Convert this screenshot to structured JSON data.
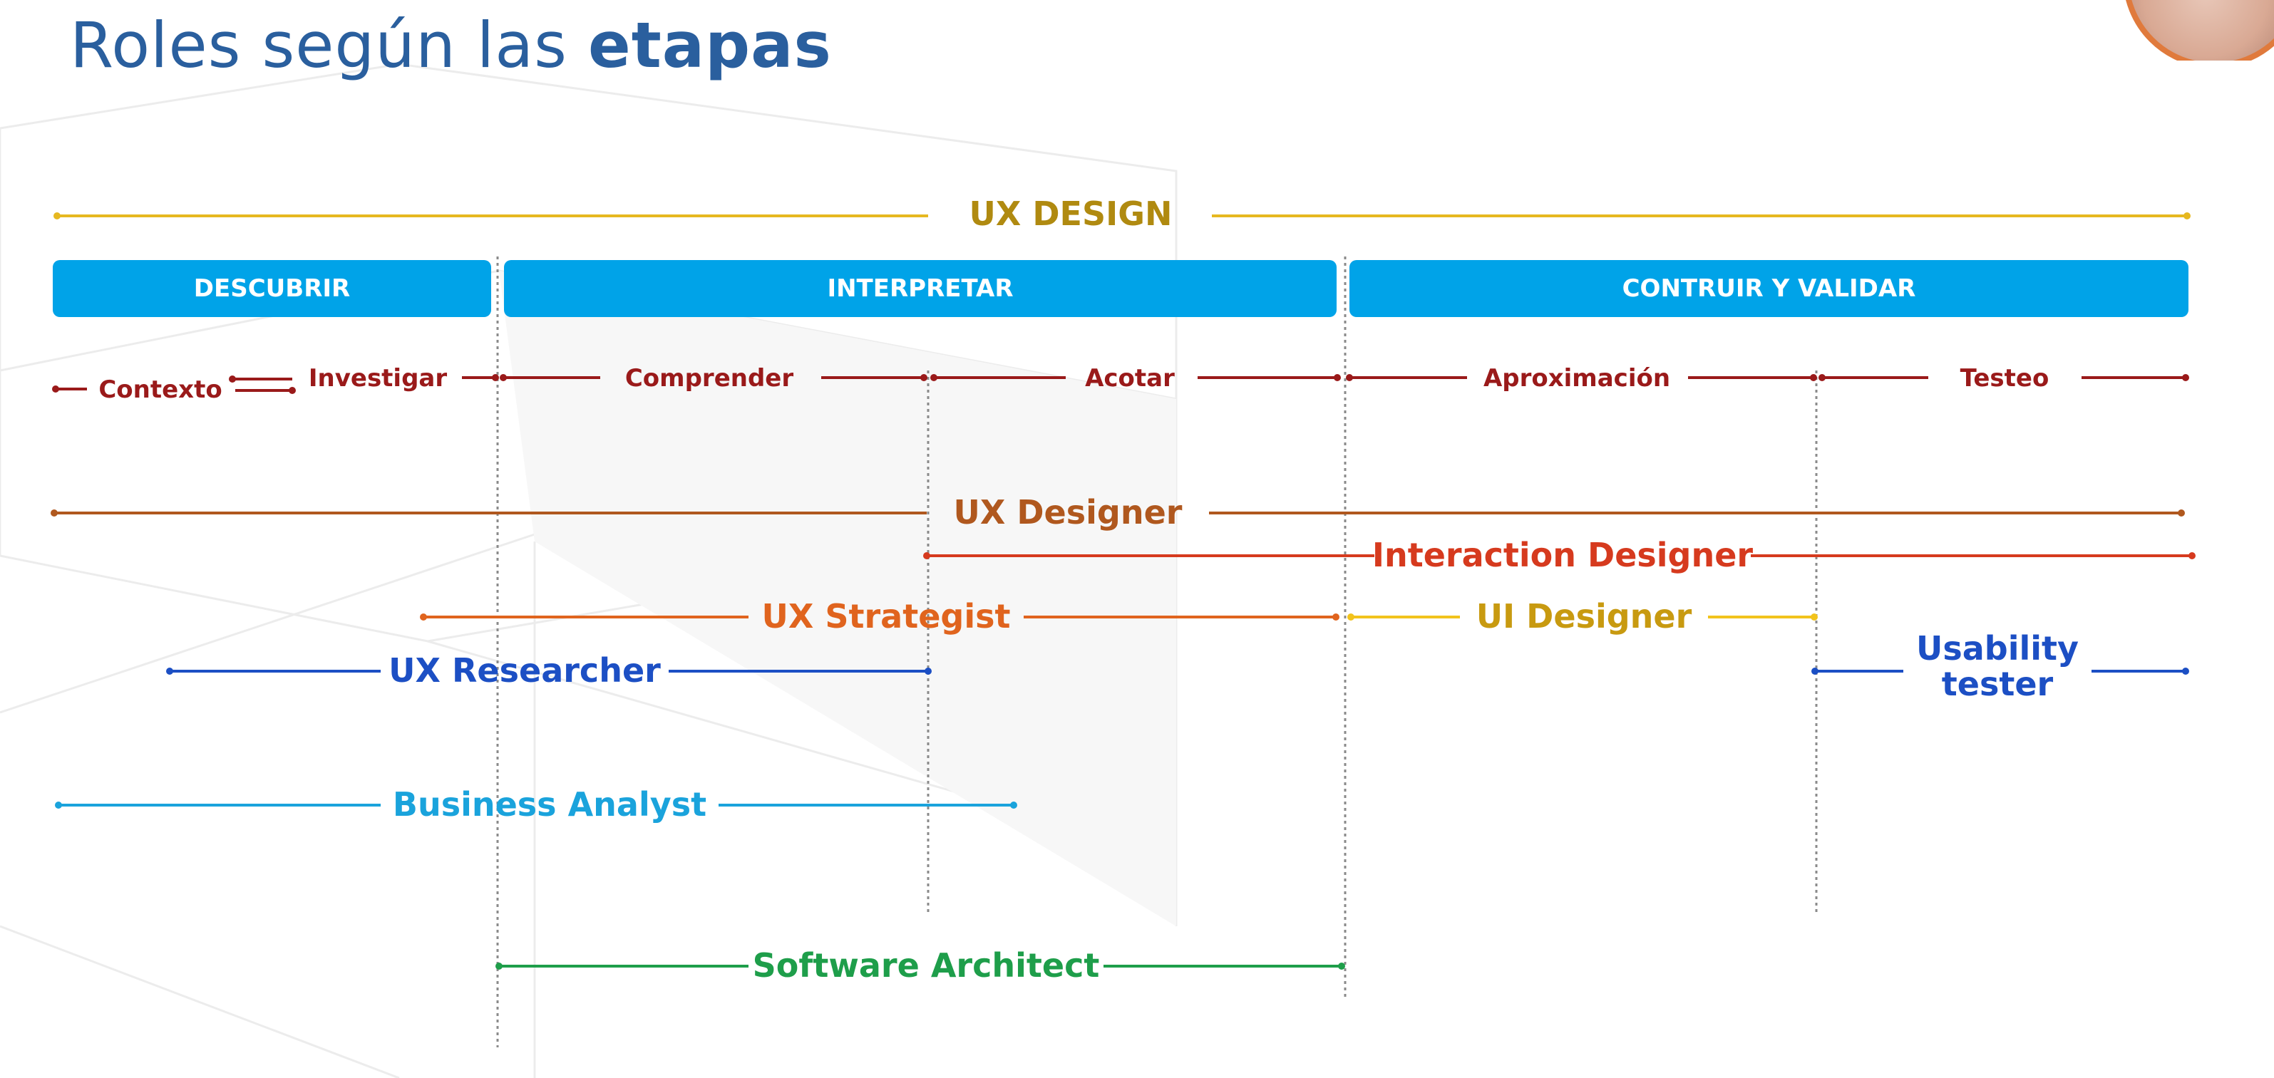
{
  "title": {
    "normal": "Roles según las",
    "bold": "etapas"
  },
  "phases": [
    {
      "label": "DESCUBRIR"
    },
    {
      "label": "INTERPRETAR"
    },
    {
      "label": "CONTRUIR Y VALIDAR"
    }
  ],
  "overall": {
    "label": "UX DESIGN",
    "color": "#e6b820",
    "text_color": "#b08a10"
  },
  "steps": [
    {
      "label": "Contexto"
    },
    {
      "label": "Investigar"
    },
    {
      "label": "Comprender"
    },
    {
      "label": "Acotar"
    },
    {
      "label": "Aproximación"
    },
    {
      "label": "Testeo"
    }
  ],
  "step_color": "#9a1a1a",
  "roles": [
    {
      "label": "UX Designer",
      "color": "#b0581e"
    },
    {
      "label": "Interaction Designer",
      "color": "#d63a1e"
    },
    {
      "label": "UX Strategist",
      "color": "#e0641e"
    },
    {
      "label": "UI Designer",
      "color": "#c89a10",
      "line_color": "#f2c31c"
    },
    {
      "label": "UX Researcher",
      "color": "#1c4fc4"
    },
    {
      "label": "Usability tester",
      "color": "#1c4fc4"
    },
    {
      "label": "Business Analyst",
      "color": "#1aa3dc"
    },
    {
      "label": "Software Architect",
      "color": "#1e9e4a"
    }
  ],
  "phase_color": "#00a3e8",
  "title_color": "#2a5f9e"
}
